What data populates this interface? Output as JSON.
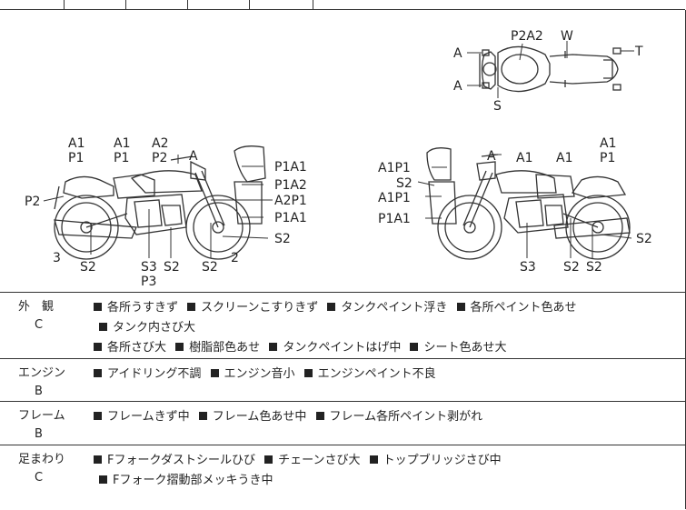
{
  "diagram": {
    "top_view": {
      "labels": [
        "P2A2",
        "W",
        "A",
        "A",
        "T",
        "S"
      ]
    },
    "left_view": {
      "labels": [
        "A1",
        "P1",
        "A1",
        "P1",
        "A2",
        "P2",
        "A",
        "P2",
        "P1A1",
        "P1A2",
        "A2P1",
        "P1A1",
        "S2",
        "3",
        "S2",
        "S3",
        "P3",
        "S2",
        "S2",
        "2"
      ]
    },
    "right_view": {
      "labels": [
        "A",
        "A1",
        "A1",
        "A1",
        "P1",
        "A1P1",
        "S2",
        "A1P1",
        "P1A1",
        "S2",
        "S3",
        "S2",
        "S2"
      ]
    }
  },
  "sections": [
    {
      "category": "外　観",
      "grade": "C",
      "items": [
        "各所うすきず",
        "スクリーンこすりきず",
        "タンクペイント浮き",
        "各所ペイント色あせ",
        "タンク内さび大",
        "各所さび大",
        "樹脂部色あせ",
        "タンクペイントはげ中",
        "シート色あせ大"
      ]
    },
    {
      "category": "エンジン",
      "grade": "B",
      "items": [
        "アイドリング不調",
        "エンジン音小",
        "エンジンペイント不良"
      ]
    },
    {
      "category": "フレーム",
      "grade": "B",
      "items": [
        "フレームきず中",
        "フレーム色あせ中",
        "フレーム各所ペイント剥がれ"
      ]
    },
    {
      "category": "足まわり",
      "grade": "C",
      "items": [
        "Fフォークダストシールひび",
        "チェーンさび大",
        "トップブリッジさび中",
        "Fフォーク摺動部メッキうき中"
      ]
    }
  ]
}
